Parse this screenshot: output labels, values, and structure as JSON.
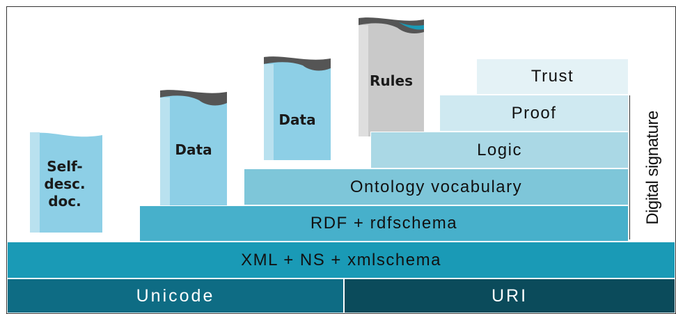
{
  "colors": {
    "trust": "#e4f2f6",
    "proof": "#cfe9f1",
    "logic": "#aad8e5",
    "ontology": "#7ec6d9",
    "rdf": "#47b0cb",
    "xml": "#1a9ab6",
    "unicode": "#0e6c84",
    "uri": "#0b4b5b",
    "doc_blue": "#8dcfe6",
    "doc_grey": "#c9c9c9"
  },
  "layers": {
    "trust": "Trust",
    "proof": "Proof",
    "logic": "Logic",
    "ontology": "Ontology vocabulary",
    "rdf": "RDF + rdfschema",
    "xml": "XML + NS + xmlschema",
    "unicode": "Unicode",
    "uri": "URI"
  },
  "side_label": "Digital signature",
  "documents": [
    {
      "lines": [
        "Self-",
        "desc.",
        "doc."
      ],
      "color": "doc_blue"
    },
    {
      "lines": [
        "Data"
      ],
      "color": "doc_blue"
    },
    {
      "lines": [
        "Data"
      ],
      "color": "doc_blue"
    },
    {
      "lines": [
        "Rules"
      ],
      "color": "doc_grey"
    }
  ]
}
